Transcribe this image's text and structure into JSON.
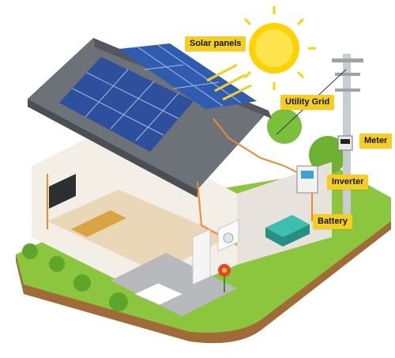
{
  "labels": {
    "solar_panels": "Solar panels",
    "utility_grid": "Utility Grid",
    "meter": "Meter",
    "inverter": "Inverter",
    "battery": "Battery"
  },
  "colors": {
    "label_bg": "#f6cf1e",
    "wire": "#f08a2a",
    "grass": "#8cc63f",
    "soil": "#d9a86c",
    "roof": "#6d7178",
    "panel": "#2d4f9e",
    "sun": "#ffd200"
  }
}
